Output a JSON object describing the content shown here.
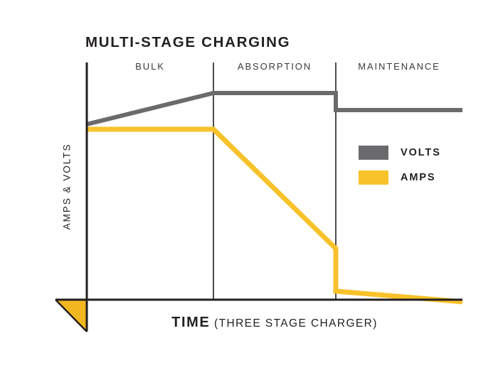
{
  "chart_data": {
    "type": "line",
    "title": "MULTI-STAGE CHARGING",
    "xlabel_main": "TIME",
    "xlabel_sub": "(THREE STAGE CHARGER)",
    "ylabel": "AMPS & VOLTS",
    "grid": false,
    "legend_position": "right-middle",
    "axis_ticks": "none",
    "xlim": [
      0,
      100
    ],
    "ylim": [
      0,
      100
    ],
    "stages": [
      {
        "name": "BULK",
        "x_start": 0,
        "x_end": 33.7
      },
      {
        "name": "ABSORPTION",
        "x_start": 33.7,
        "x_end": 66.3
      },
      {
        "name": "MAINTENANCE",
        "x_start": 66.3,
        "x_end": 100
      }
    ],
    "stage_divider_x": [
      33.7,
      66.3
    ],
    "series": [
      {
        "name": "VOLTS",
        "color": "#6b6b6d",
        "points": [
          {
            "x": 0,
            "y": 74.0
          },
          {
            "x": 33.7,
            "y": 87.1
          },
          {
            "x": 66.3,
            "y": 87.1
          },
          {
            "x": 66.3,
            "y": 80.0
          },
          {
            "x": 100,
            "y": 80.0
          }
        ]
      },
      {
        "name": "AMPS",
        "color": "#f8c22b",
        "points": [
          {
            "x": 0,
            "y": 71.9
          },
          {
            "x": 33.7,
            "y": 71.9
          },
          {
            "x": 66.3,
            "y": 21.6
          },
          {
            "x": 66.3,
            "y": 3.6
          },
          {
            "x": 100,
            "y": 0.0
          }
        ]
      }
    ],
    "legend": [
      {
        "label": "VOLTS",
        "color": "#6b6b6d"
      },
      {
        "label": "AMPS",
        "color": "#f8c22b"
      }
    ],
    "annotations": [
      {
        "name": "origin-wedge",
        "shape": "triangle",
        "color": "#f2b720",
        "note": "yellow wedge below origin"
      }
    ]
  }
}
